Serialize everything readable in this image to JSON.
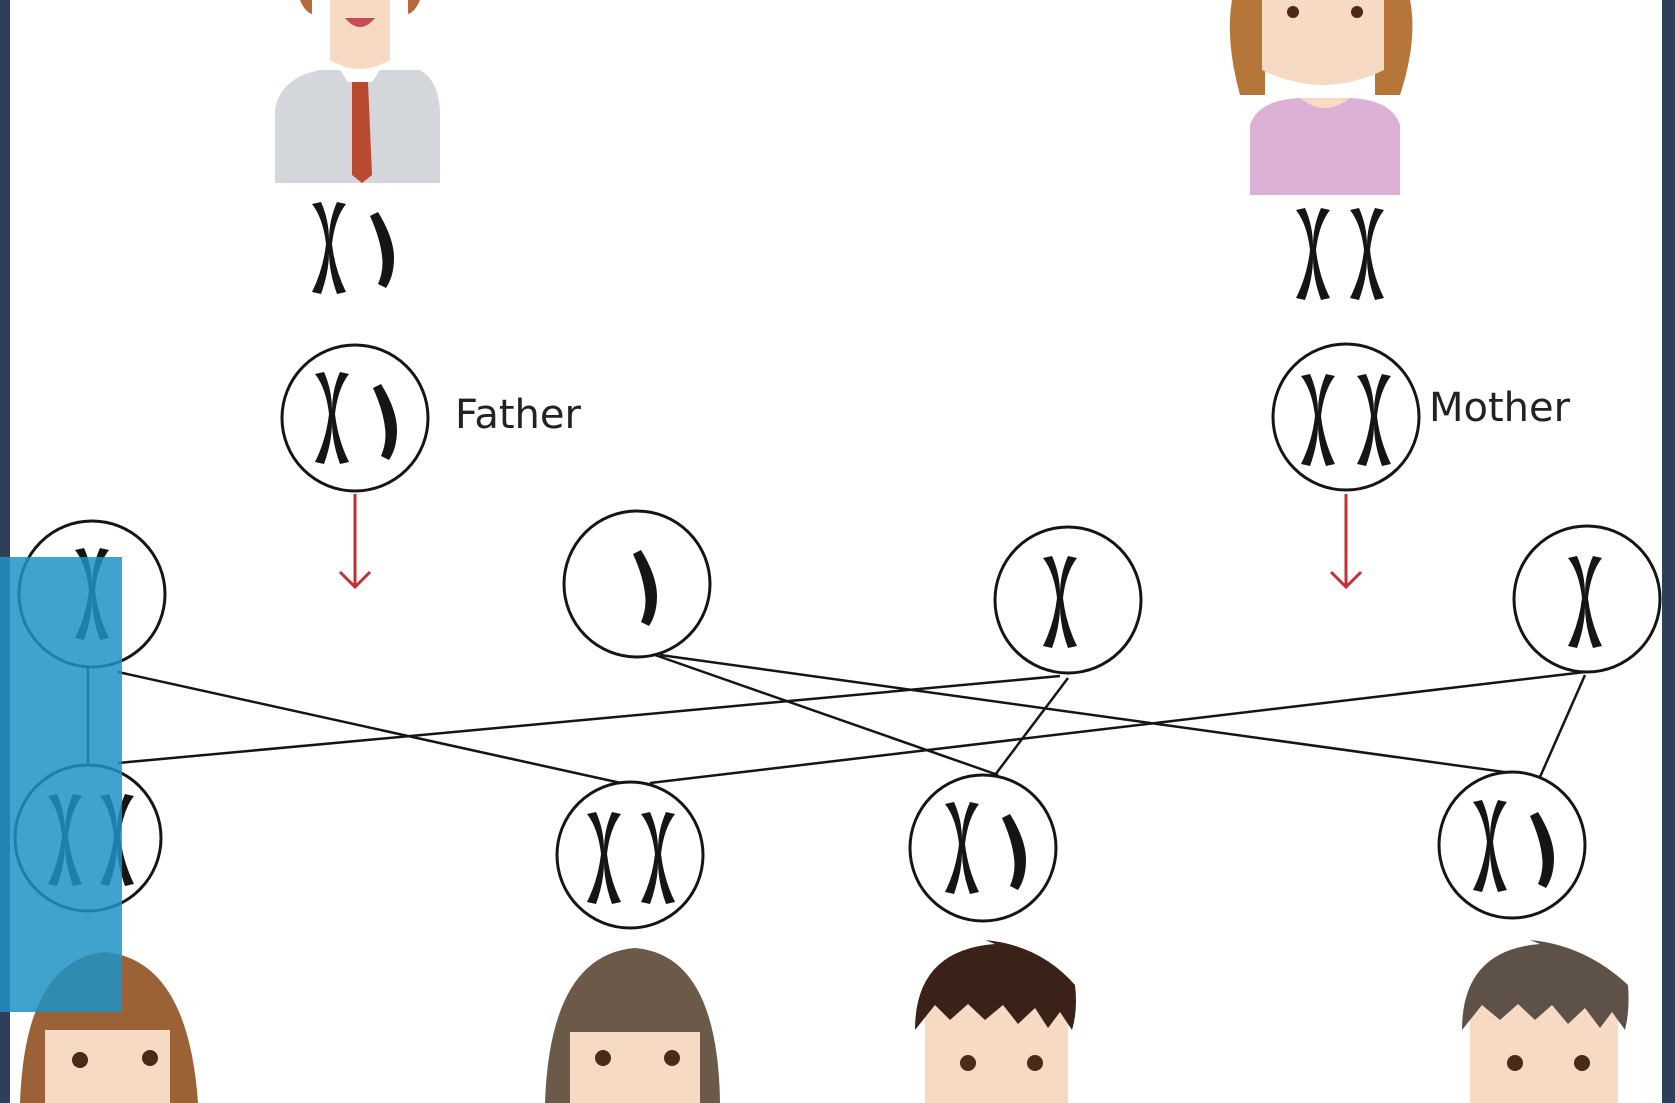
{
  "diagram": {
    "father_label": "Father",
    "mother_label": "Mother",
    "colors": {
      "frame": "#2f3f5a",
      "background": "#ffffff",
      "chromosome": "#151515",
      "arrow": "#c0303a",
      "overlay": "#1f93c6",
      "shirt_father": "#d3d6da",
      "tie": "#b84a30",
      "shirt_mother": "#ddb0d6",
      "hair_mother": "#b6763a",
      "skin": "#f7dac4"
    },
    "parents": [
      {
        "role": "father",
        "genotype": [
          "X",
          "Y"
        ]
      },
      {
        "role": "mother",
        "genotype": [
          "X",
          "X"
        ]
      }
    ],
    "gametes": [
      {
        "source": "father",
        "chromosome": "X"
      },
      {
        "source": "father",
        "chromosome": "Y"
      },
      {
        "source": "mother",
        "chromosome": "X"
      },
      {
        "source": "mother",
        "chromosome": "X"
      }
    ],
    "children": [
      {
        "genotype": [
          "X",
          "X"
        ],
        "sex": "girl"
      },
      {
        "genotype": [
          "X",
          "X"
        ],
        "sex": "girl"
      },
      {
        "genotype": [
          "X",
          "Y"
        ],
        "sex": "boy"
      },
      {
        "genotype": [
          "X",
          "Y"
        ],
        "sex": "boy"
      }
    ]
  }
}
